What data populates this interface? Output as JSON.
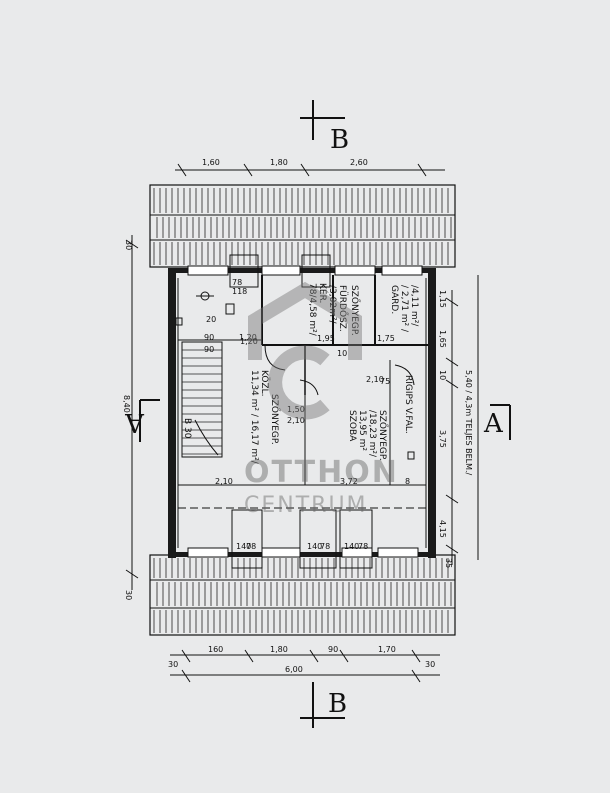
{
  "section_markers": {
    "top": "B",
    "bottom": "B",
    "left": "A",
    "right": "A"
  },
  "dimensions": {
    "top": [
      "1,60",
      "1,80",
      "2,60"
    ],
    "bottom": [
      "30",
      "160",
      "1,80",
      "90",
      "1,70",
      "30"
    ],
    "bottom_total": "6,00",
    "left_total": "8,40",
    "left_small": [
      "30",
      "30"
    ],
    "right": [
      "1,15",
      "1,65",
      "10",
      "3,75",
      "4,15",
      "35"
    ],
    "right_total": "5,40 / 4,3m TELJES BELM./",
    "inner": [
      "2,10",
      "3,72",
      "8",
      "1,20",
      "75",
      "10",
      "2,10",
      "1,50",
      "2,10",
      "1,20",
      "90",
      "1,95",
      "1,75"
    ]
  },
  "rooms": {
    "bathroom": {
      "name": "FÜRDŐSZ.",
      "area": "/3,02m²/",
      "floor": "SZŐNYEGP."
    },
    "wardrobe": {
      "name": "GARD.",
      "area": "/ 2,71 m² /",
      "floor": "/4,11 m²/"
    },
    "storage": {
      "name": "78/4,58 m²/",
      "area": "KÉR."
    },
    "hall": {
      "name": "KÖZL.",
      "area": "11,34 m² / 16,17 m²/",
      "floor": "SZŐNYEGP."
    },
    "room": {
      "name": "SZOBA",
      "area": "13,95 m²",
      "area2": "/18,23 m²/",
      "floor": "SZŐNYEGP."
    }
  },
  "labels": {
    "wall_note": "RIGIPS V.FAL.",
    "windows": [
      "78",
      "118",
      "78",
      "140",
      "78",
      "140",
      "78",
      "140"
    ],
    "stair_note": "B 30",
    "misc": [
      "90",
      "20"
    ]
  },
  "watermark": {
    "line1": "OTTHON",
    "line2": "CENTRUM"
  }
}
